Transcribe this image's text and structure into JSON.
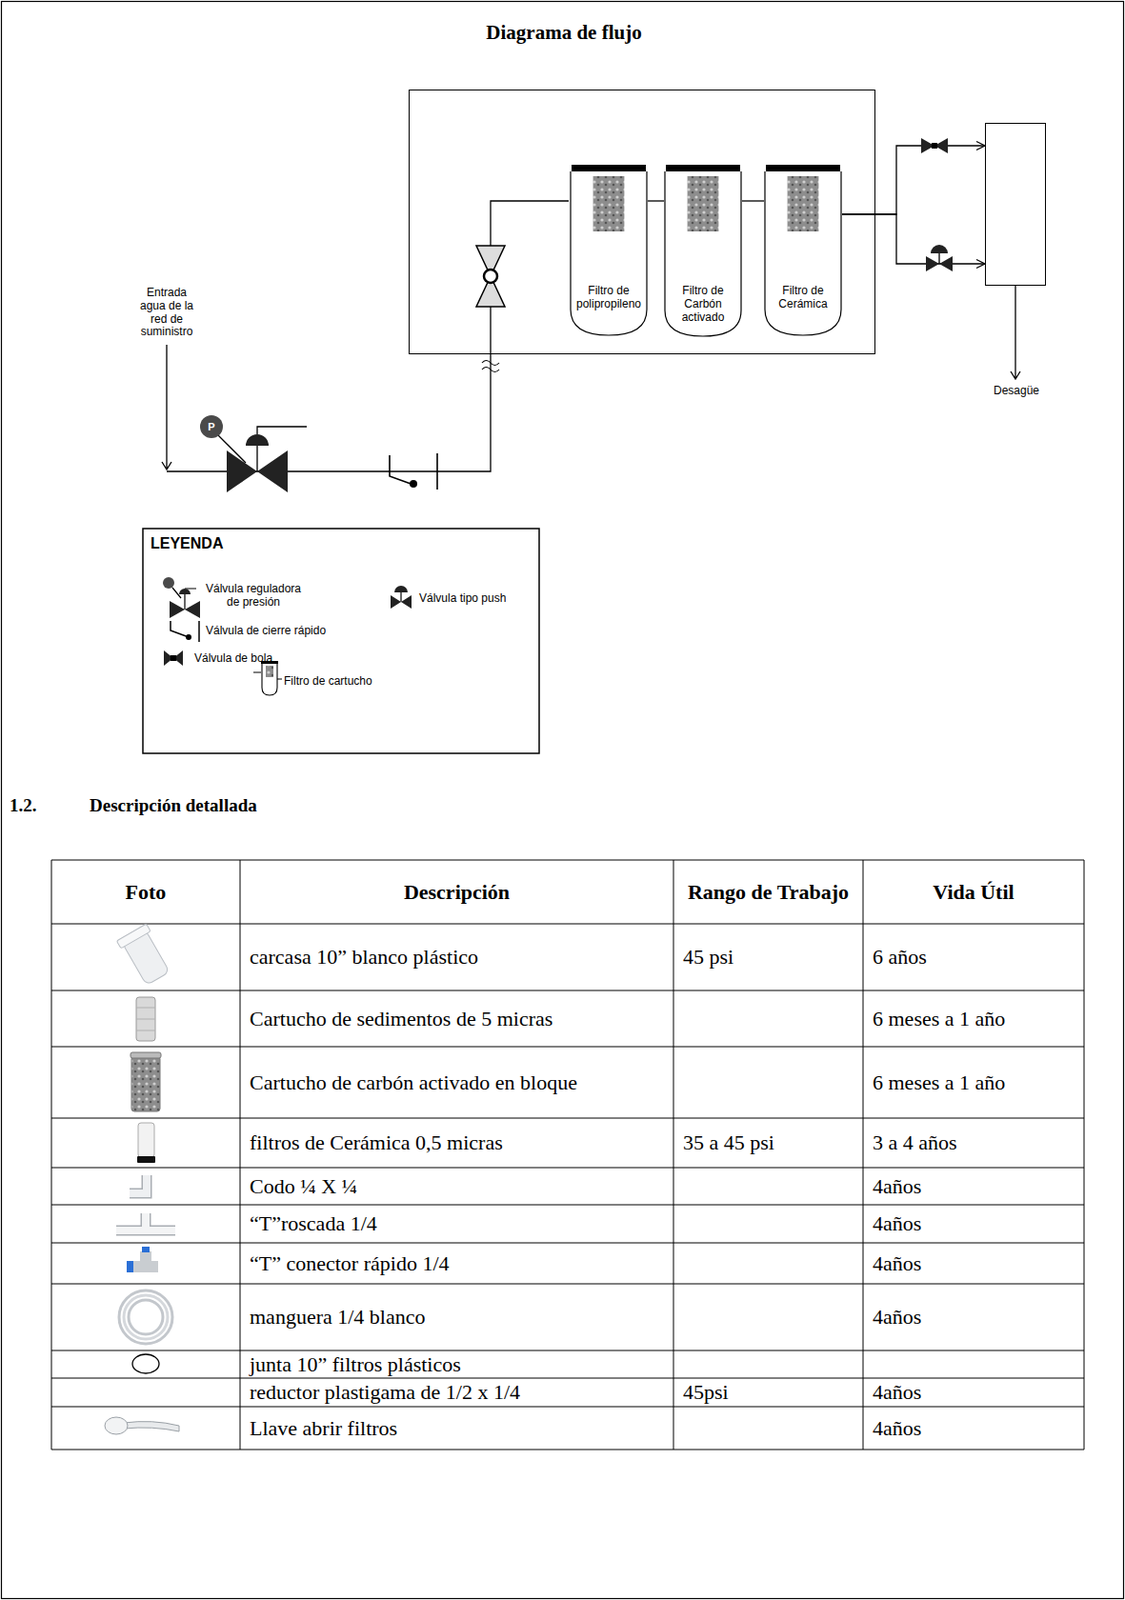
{
  "diagram": {
    "nodes": [
      {
        "text": [
          "Diagrama de flujo"
        ]
      },
      {
        "text": [
          "Filtro de polipropileno"
        ],
        "in": 0
      },
      {
        "text": [
          "Filtro de Carbón activado"
        ],
        "in": 0
      },
      {
        "text": [
          "Filtro de Cerámica"
        ],
        "in": 0
      },
      {
        "text": [
          "Desagüe"
        ]
      }
    ],
    "edges": [
      {
        "from": 1,
        "to": 2,
        "arrow": "none"
      },
      {
        "from": 2,
        "to": 3,
        "arrow": "none"
      },
      {
        "from": 3,
        "to": 4,
        "arrow": "to"
      }
    ],
    "labels": [
      "Entrada agua de la red de suministro",
      "P",
      "LEYENDA",
      "1.2.",
      "Descripción detallada",
      "Foto",
      "Descripción",
      "Rango de Trabajo",
      "Vida Útil",
      "carcasa 10” blanco plástico",
      "45 psi",
      "6 años",
      "Cartucho de sedimentos de 5 micras",
      "6 meses a 1 año",
      "Cartucho de carbón activado en bloque",
      "6 meses a 1 año",
      "filtros de Cerámica 0,5 micras",
      "35 a 45 psi",
      "3 a 4 años",
      "Codo ¼ X ¼",
      "4años",
      "“T”roscada 1/4",
      "4años",
      "“T” conector rápido 1/4",
      "4años",
      "manguera 1/4 blanco",
      "4años",
      "junta 10” filtros plásticos",
      "reductor plastigama de 1/2 x 1/4",
      "45psi",
      "4años",
      "Llave abrir filtros",
      "4años"
    ],
    "legend": [
      {
        "text": "Válvula reguladora de presión"
      },
      {
        "text": "Válvula tipo push"
      },
      {
        "text": "Válvula de cierre rápido"
      },
      {
        "text": "Válvula de bola"
      },
      {
        "text": "Filtro de cartucho"
      }
    ]
  }
}
